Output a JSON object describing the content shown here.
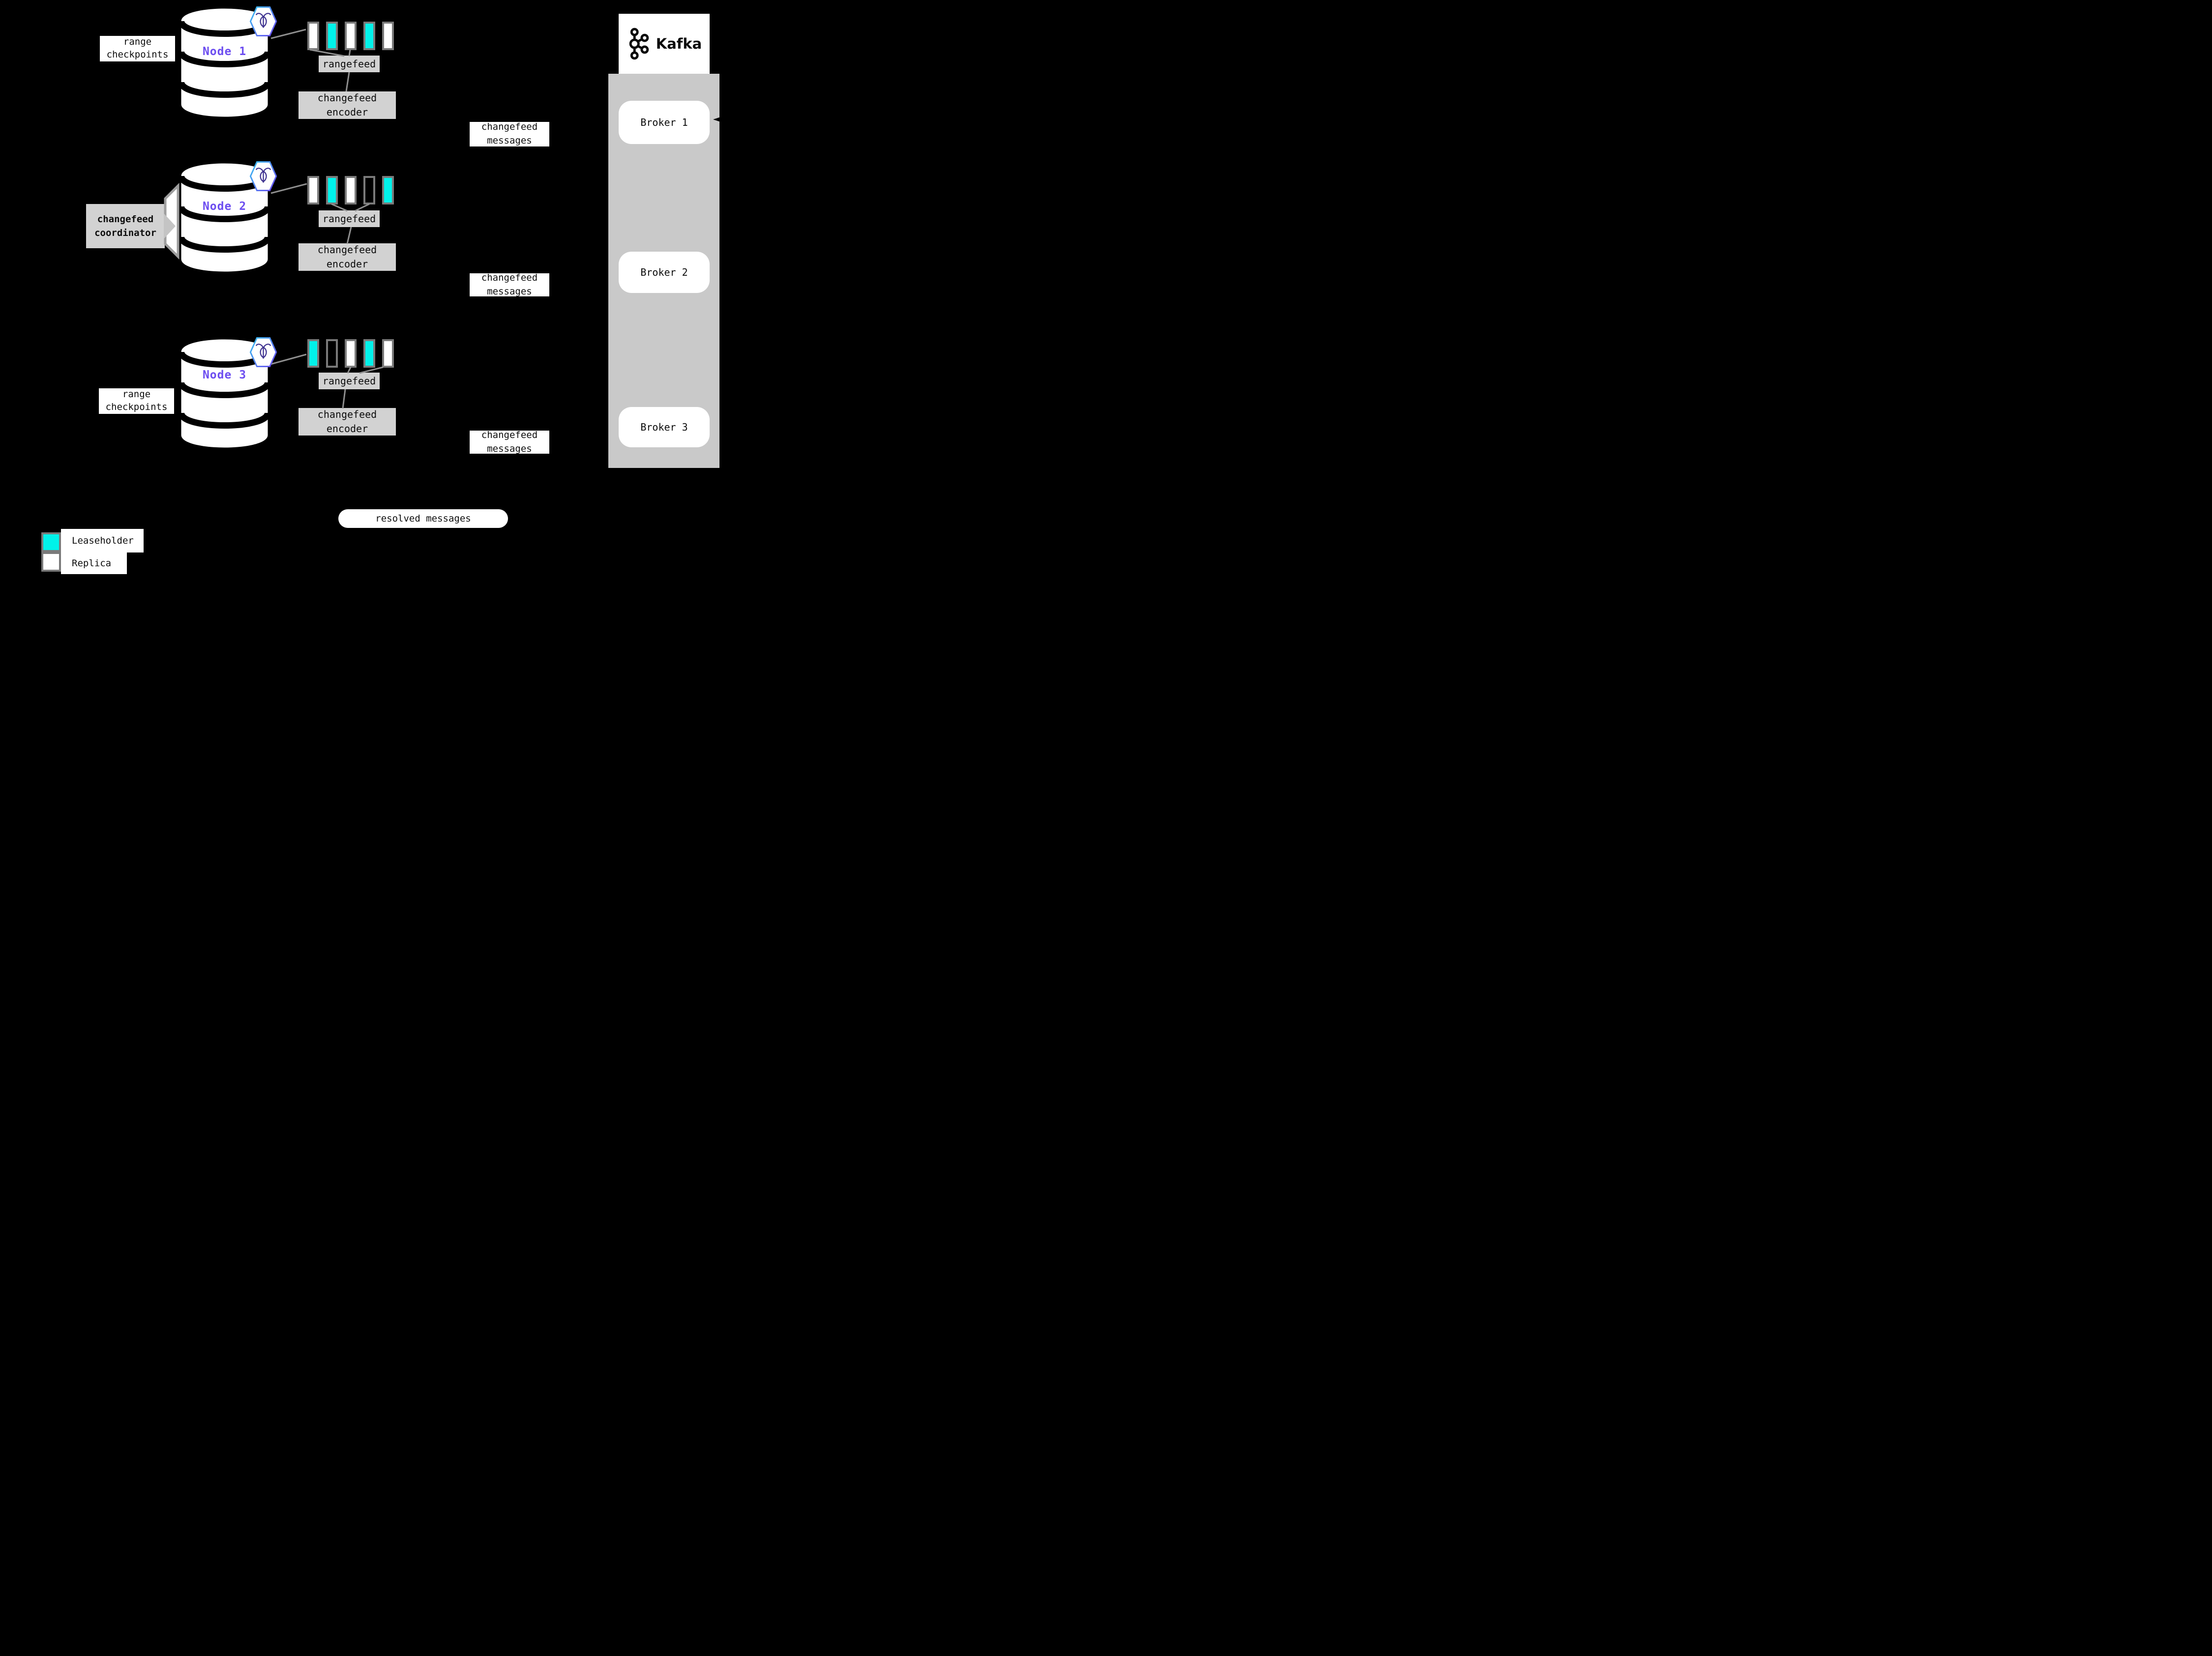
{
  "nodes": [
    {
      "name": "Node 1",
      "side_label": "range checkpoints",
      "rangefeed_label": "rangefeed",
      "encoder_label": "changefeed encoder",
      "messages_label": "changefeed messages",
      "ranges": [
        "replica",
        "leaseholder",
        "replica",
        "leaseholder",
        "replica"
      ]
    },
    {
      "name": "Node 2",
      "side_label": "changefeed coordinator",
      "rangefeed_label": "rangefeed",
      "encoder_label": "changefeed encoder",
      "messages_label": "changefeed messages",
      "ranges": [
        "replica",
        "leaseholder",
        "replica",
        "empty",
        "leaseholder"
      ]
    },
    {
      "name": "Node 3",
      "side_label": "range checkpoints",
      "rangefeed_label": "rangefeed",
      "encoder_label": "changefeed encoder",
      "messages_label": "changefeed messages",
      "ranges": [
        "leaseholder",
        "empty",
        "replica",
        "leaseholder",
        "replica"
      ]
    }
  ],
  "kafka": {
    "wordmark": "Kafka",
    "brokers": [
      {
        "label": "Broker 1"
      },
      {
        "label": "Broker 2"
      },
      {
        "label": "Broker 3"
      }
    ]
  },
  "resolved": {
    "label": "resolved messages"
  },
  "legend": {
    "items": [
      {
        "label": "Leaseholder",
        "type": "leaseholder"
      },
      {
        "label": "Replica",
        "type": "replica"
      }
    ]
  },
  "colors": {
    "leaseholder": "#00f2ea",
    "replica": "#ffffff",
    "box_gray": "#d2d2d2",
    "container_gray": "#c9c9c9",
    "node_label": "#6d4ef0",
    "line_gray": "#8f8f8f",
    "swatch_border": "#7a7a7a",
    "background": "#000000"
  }
}
